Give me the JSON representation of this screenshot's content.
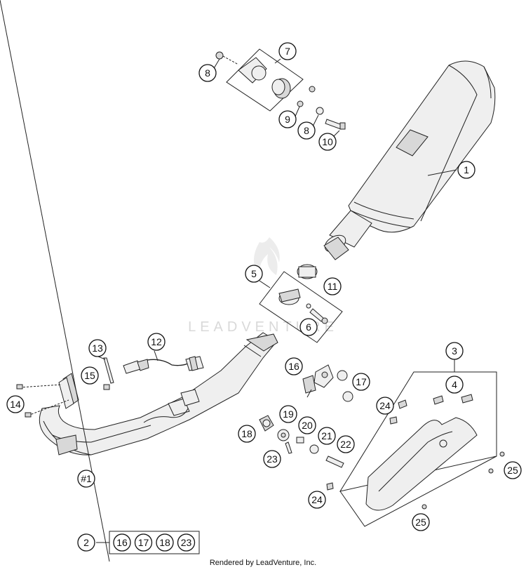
{
  "callouts": [
    "1",
    "2",
    "3",
    "4",
    "5",
    "6",
    "7",
    "8",
    "8",
    "9",
    "10",
    "11",
    "12",
    "13",
    "14",
    "15",
    "16",
    "17",
    "18",
    "19",
    "20",
    "21",
    "22",
    "23",
    "24",
    "24",
    "25",
    "25",
    "#1"
  ],
  "kit_parts": [
    "16",
    "17",
    "18",
    "23"
  ],
  "watermark": "LEADVENTURE",
  "footer": "Rendered by LeadVenture, Inc."
}
